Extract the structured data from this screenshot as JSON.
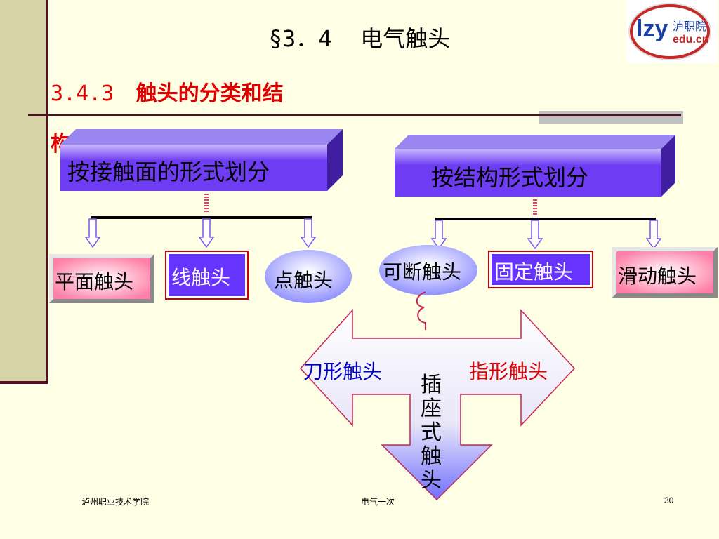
{
  "header": {
    "title_prefix": "§3．4",
    "title_text": "电气触头",
    "subtitle_num": "3.4.3",
    "subtitle_text": "触头的分类和结",
    "subtitle_wrap": "构"
  },
  "logo": {
    "brand": "lzy",
    "school": "泸职院",
    "domain": "edu.cn"
  },
  "left_group": {
    "header": "按接触面的形式划分",
    "items": [
      "平面触头",
      "线触头",
      "点触头"
    ]
  },
  "right_group": {
    "header": "按结构形式划分",
    "items": [
      "可断触头",
      "固定触头",
      "滑动触头"
    ]
  },
  "arrow": {
    "left": "刀形触头",
    "right": "指形触头",
    "down": "插座式触头"
  },
  "footer": {
    "school": "泸州职业技术学院",
    "course": "电气一次",
    "page": "30"
  },
  "colors": {
    "background": "#FFFFE5",
    "accent_red": "#E00000",
    "box_purple": "#7A4BEA",
    "box_blue": "#6633FF",
    "text_blue": "#0000CC"
  }
}
